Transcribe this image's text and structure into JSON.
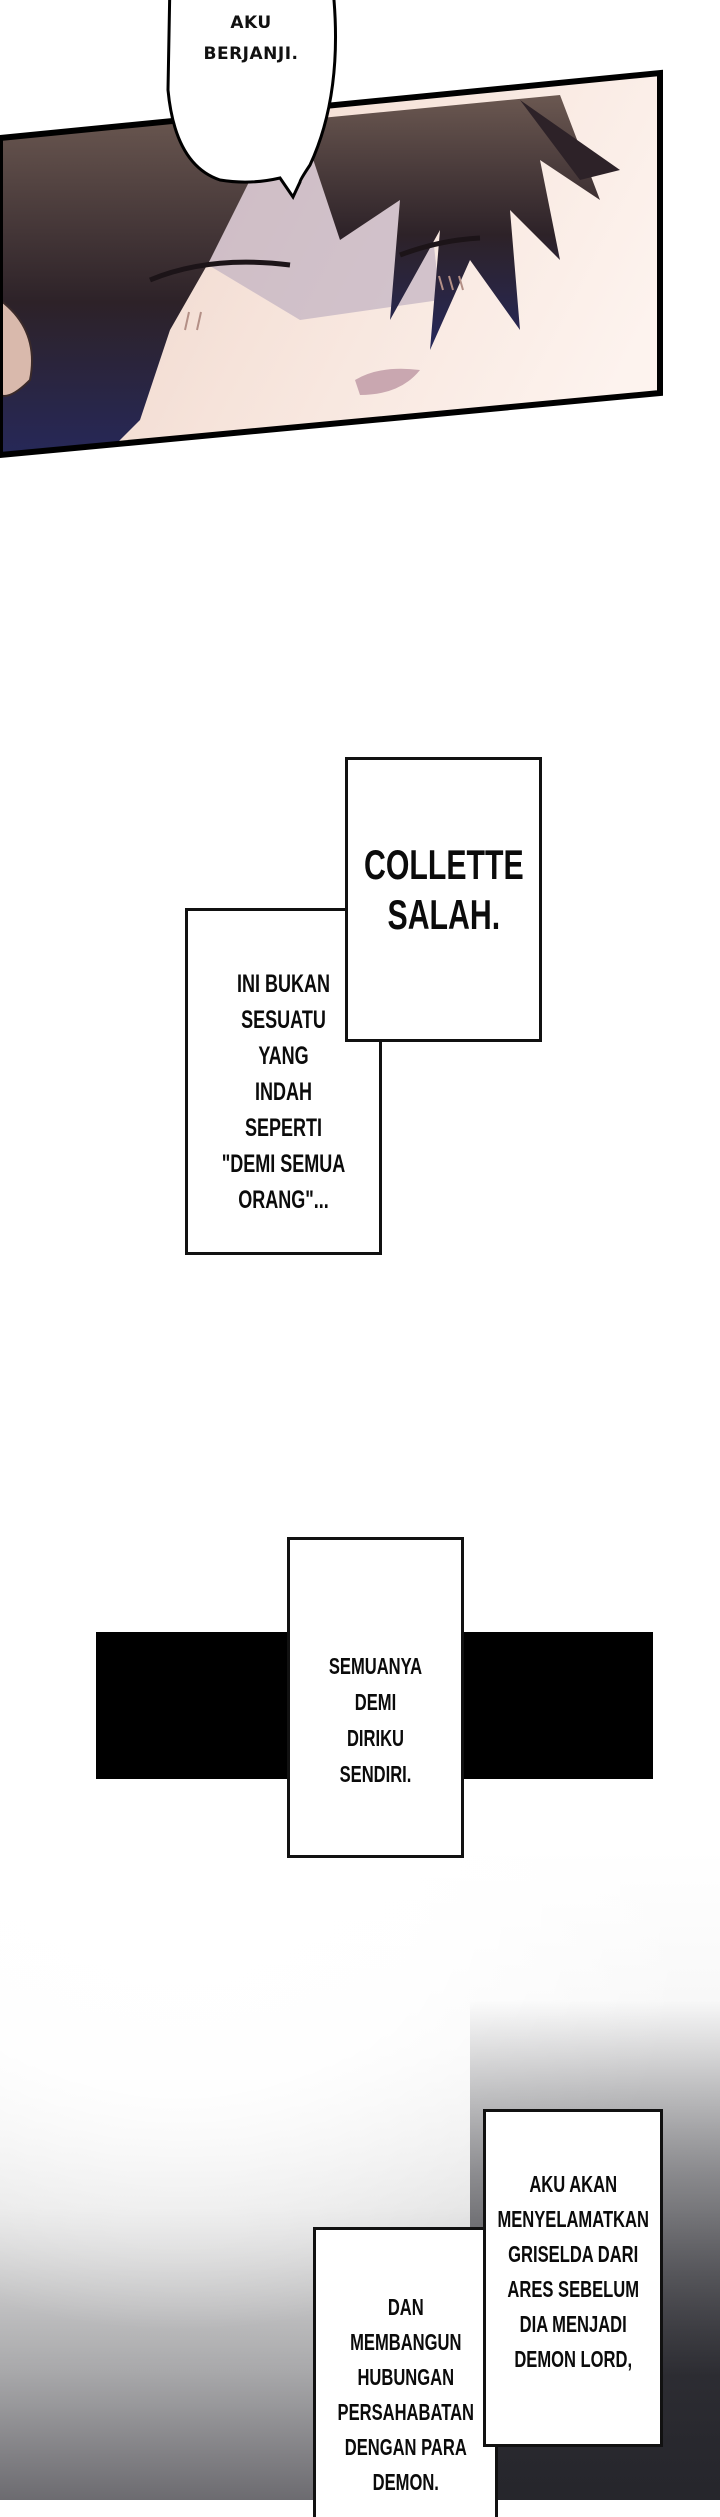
{
  "panel_1": {
    "speech_bubble": {
      "lines": [
        "AKU",
        "BERJANJI."
      ],
      "text": "AKU\nBERJANJI."
    },
    "colors": {
      "hair_dark": "#2a2026",
      "hair_brown": "#5b4a45",
      "skin_light": "#fbeee6",
      "skin_shadow": "#c9a79c",
      "shadow_lilac": "#a99bb3",
      "navy_hair": "#27295a",
      "panel_border": "#000000"
    }
  },
  "captions_1": {
    "collette": {
      "text": "COLLETTE\nSALAH."
    },
    "bukan": {
      "text": "INI BUKAN\nSESUATU YANG\nINDAH SEPERTI\n\"DEMI SEMUA\nORANG\"..."
    }
  },
  "captions_2": {
    "semua": {
      "text": "SEMUANYA DEMI\nDIRIKU SENDIRI."
    },
    "bar_color": "#000000"
  },
  "captions_3": {
    "aku": {
      "text": "AKU AKAN\nMENYELAMATKAN\nGRISELDA DARI\nARES SEBELUM\nDIA MENJADI\nDEMON LORD,"
    },
    "dan": {
      "text": "DAN MEMBANGUN\nHUBUNGAN\nPERSAHABATAN\nDENGAN PARA\nDEMON."
    },
    "gradient_dark": "#26262c"
  }
}
